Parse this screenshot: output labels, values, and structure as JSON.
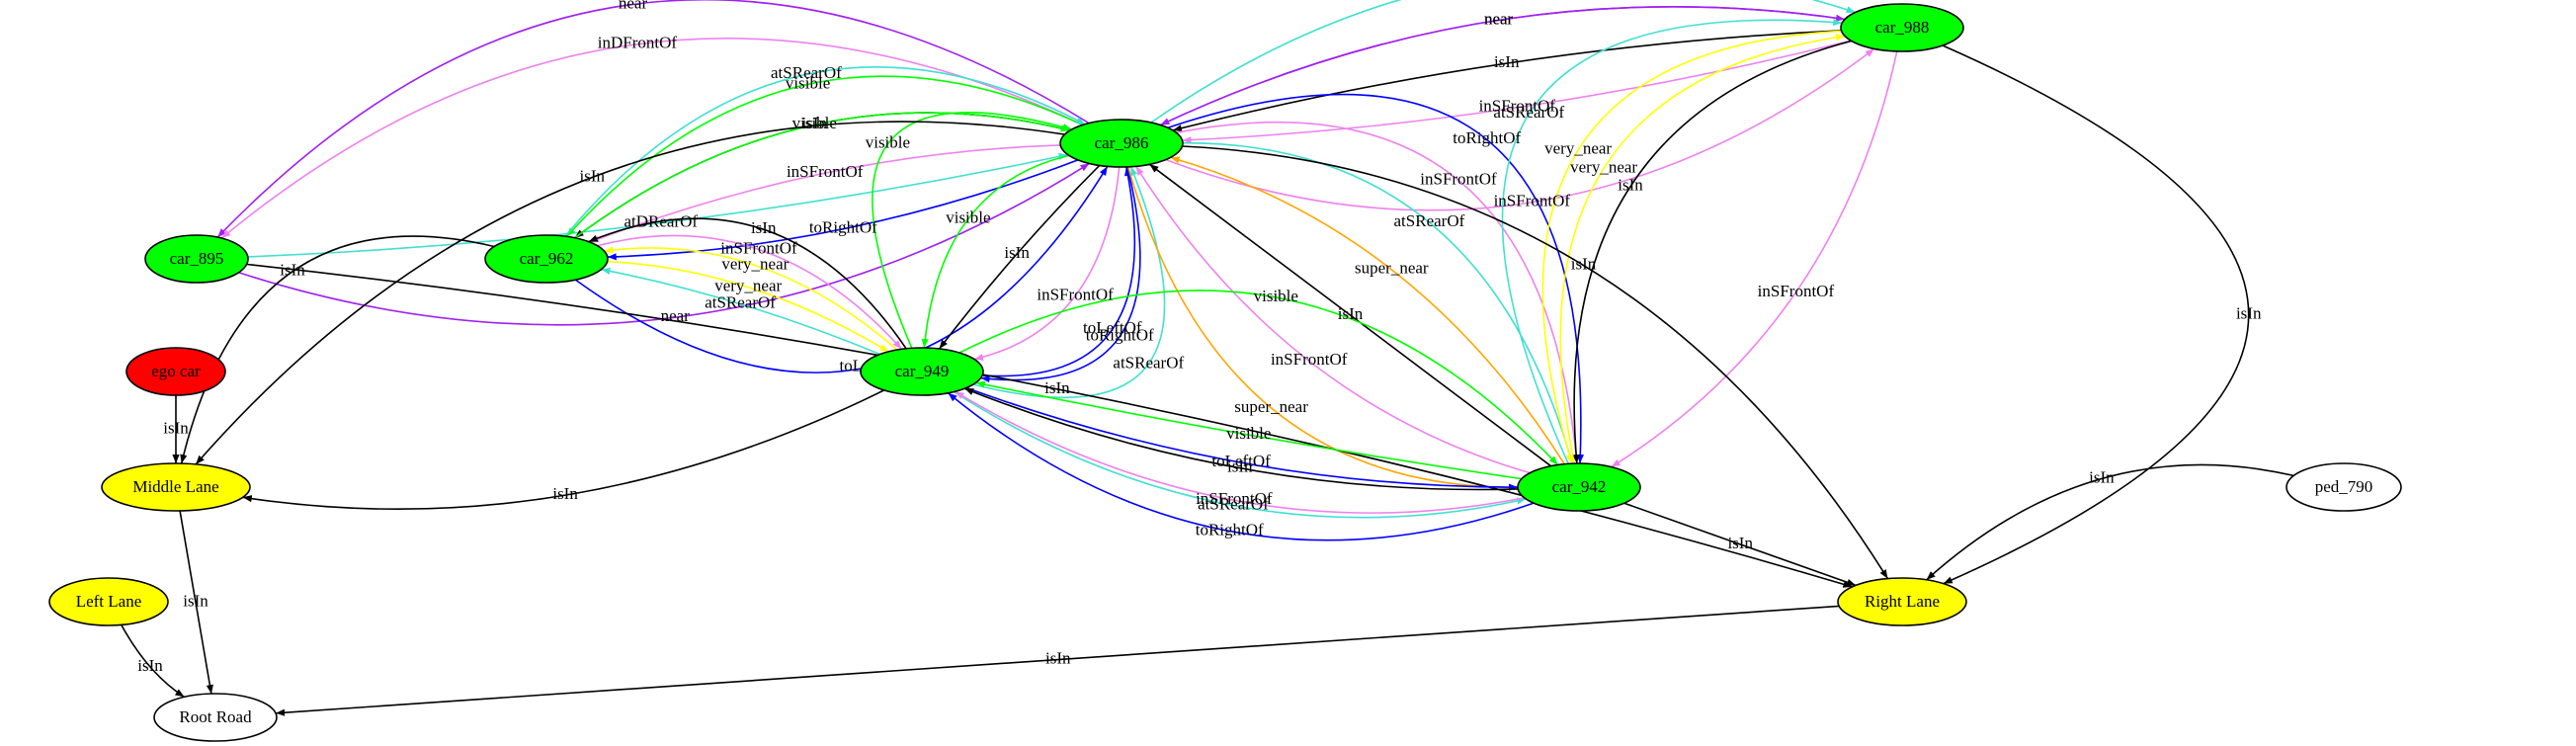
{
  "colors": {
    "black": "#000000",
    "violet": "#ee82ee",
    "purple": "#a020f0",
    "turquoise": "#40e0d0",
    "blue": "#0000ff",
    "green": "#00ff00",
    "yellow": "#ffff00",
    "orange": "#ffa500",
    "teal": "#008080",
    "node_green": "#00ff00",
    "node_red": "#ff0000",
    "node_yellow": "#ffff00",
    "node_white": "#ffffff"
  },
  "nodes": [
    {
      "id": "car_988",
      "label": "car_988",
      "fill": "node_green"
    },
    {
      "id": "car_986",
      "label": "car_986",
      "fill": "node_green"
    },
    {
      "id": "car_895",
      "label": "car_895",
      "fill": "node_green"
    },
    {
      "id": "car_962",
      "label": "car_962",
      "fill": "node_green"
    },
    {
      "id": "ego_car",
      "label": "ego car",
      "fill": "node_red"
    },
    {
      "id": "car_949",
      "label": "car_949",
      "fill": "node_green"
    },
    {
      "id": "car_942",
      "label": "car_942",
      "fill": "node_green"
    },
    {
      "id": "ped_790",
      "label": "ped_790",
      "fill": "node_white"
    },
    {
      "id": "middle_lane",
      "label": "Middle Lane",
      "fill": "node_yellow"
    },
    {
      "id": "left_lane",
      "label": "Left Lane",
      "fill": "node_yellow"
    },
    {
      "id": "right_lane",
      "label": "Right Lane",
      "fill": "node_yellow"
    },
    {
      "id": "root_road",
      "label": "Root Road",
      "fill": "node_white"
    }
  ],
  "edges": [
    {
      "from": "car_986",
      "to": "car_988",
      "label": "inSFrontOf",
      "color": "violet"
    },
    {
      "from": "car_988",
      "to": "car_986",
      "label": "near",
      "color": "purple"
    },
    {
      "from": "car_988",
      "to": "car_986",
      "label": "isIn",
      "color": "black"
    },
    {
      "from": "car_988",
      "to": "car_986",
      "label": "inSFrontOf",
      "color": "violet"
    },
    {
      "from": "car_986",
      "to": "car_988",
      "label": "near",
      "color": "purple"
    },
    {
      "from": "car_986",
      "to": "car_988",
      "label": "atSRearOf",
      "color": "turquoise"
    },
    {
      "from": "car_986",
      "to": "car_895",
      "label": "near",
      "color": "purple"
    },
    {
      "from": "car_986",
      "to": "car_895",
      "label": "inDFrontOf",
      "color": "violet"
    },
    {
      "from": "car_895",
      "to": "car_986",
      "label": "near",
      "color": "purple"
    },
    {
      "from": "car_895",
      "to": "car_986",
      "label": "atDRearOf",
      "color": "turquoise"
    },
    {
      "from": "car_962",
      "to": "car_986",
      "label": "toLeftOf",
      "color": "blue"
    },
    {
      "from": "car_986",
      "to": "car_962",
      "label": "visible",
      "color": "green"
    },
    {
      "from": "car_986",
      "to": "car_962",
      "label": "isIn",
      "color": "black"
    },
    {
      "from": "car_986",
      "to": "car_962",
      "label": "inSFrontOf",
      "color": "violet"
    },
    {
      "from": "car_986",
      "to": "car_962",
      "label": "toRightOf",
      "color": "blue"
    },
    {
      "from": "car_962",
      "to": "car_986",
      "label": "visible",
      "color": "green"
    },
    {
      "from": "car_962",
      "to": "car_986",
      "label": "atSRearOf",
      "color": "turquoise"
    },
    {
      "from": "car_949",
      "to": "car_986",
      "label": "atSRearOf",
      "color": "turquoise"
    },
    {
      "from": "car_949",
      "to": "car_986",
      "label": "toLeftOf",
      "color": "blue"
    },
    {
      "from": "car_986",
      "to": "car_949",
      "label": "visible",
      "color": "green"
    },
    {
      "from": "car_986",
      "to": "car_949",
      "label": "isIn",
      "color": "black"
    },
    {
      "from": "car_986",
      "to": "car_949",
      "label": "inSFrontOf",
      "color": "violet"
    },
    {
      "from": "car_986",
      "to": "car_949",
      "label": "toRightOf",
      "color": "blue"
    },
    {
      "from": "car_949",
      "to": "car_986",
      "label": "visible",
      "color": "green"
    },
    {
      "from": "car_962",
      "to": "car_949",
      "label": "inSFrontOf",
      "color": "violet"
    },
    {
      "from": "car_962",
      "to": "car_949",
      "label": "very_near",
      "color": "yellow"
    },
    {
      "from": "car_949",
      "to": "car_962",
      "label": "atSRearOf",
      "color": "turquoise"
    },
    {
      "from": "car_949",
      "to": "car_962",
      "label": "very_near",
      "color": "yellow"
    },
    {
      "from": "car_949",
      "to": "car_962",
      "label": "isIn",
      "color": "black"
    },
    {
      "from": "car_986",
      "to": "car_942",
      "label": "super_near",
      "color": "orange"
    },
    {
      "from": "car_942",
      "to": "car_986",
      "label": "super_near",
      "color": "orange"
    },
    {
      "from": "car_942",
      "to": "car_986",
      "label": "isIn",
      "color": "black"
    },
    {
      "from": "car_942",
      "to": "car_986",
      "label": "inSFrontOf",
      "color": "violet"
    },
    {
      "from": "car_986",
      "to": "car_942",
      "label": "atSRearOf",
      "color": "turquoise"
    },
    {
      "from": "car_986",
      "to": "car_942",
      "label": "inSFrontOf",
      "color": "violet"
    },
    {
      "from": "car_986",
      "to": "car_942",
      "label": "toRightOf",
      "color": "blue"
    },
    {
      "from": "car_988",
      "to": "car_942",
      "label": "very_near",
      "color": "yellow"
    },
    {
      "from": "car_988",
      "to": "car_942",
      "label": "isIn",
      "color": "black"
    },
    {
      "from": "car_988",
      "to": "car_942",
      "label": "inSFrontOf",
      "color": "violet"
    },
    {
      "from": "car_942",
      "to": "car_988",
      "label": "very_near",
      "color": "yellow"
    },
    {
      "from": "car_942",
      "to": "car_988",
      "label": "atSRearOf",
      "color": "turquoise"
    },
    {
      "from": "car_986",
      "to": "right_lane",
      "label": "isIn",
      "color": "black"
    },
    {
      "from": "car_988",
      "to": "right_lane",
      "label": "isIn",
      "color": "black"
    },
    {
      "from": "car_986",
      "to": "middle_lane",
      "label": "isIn",
      "color": "black"
    },
    {
      "from": "car_962",
      "to": "middle_lane",
      "label": "isIn",
      "color": "black"
    },
    {
      "from": "ego_car",
      "to": "middle_lane",
      "label": "isIn",
      "color": "black"
    },
    {
      "from": "car_949",
      "to": "middle_lane",
      "label": "isIn",
      "color": "black"
    },
    {
      "from": "car_895",
      "to": "right_lane",
      "label": "isIn",
      "color": "black"
    },
    {
      "from": "car_949",
      "to": "car_942",
      "label": "atSRearOf",
      "color": "turquoise"
    },
    {
      "from": "car_949",
      "to": "car_942",
      "label": "toLeftOf",
      "color": "blue"
    },
    {
      "from": "car_942",
      "to": "car_949",
      "label": "visible",
      "color": "green"
    },
    {
      "from": "car_942",
      "to": "car_949",
      "label": "isIn",
      "color": "black"
    },
    {
      "from": "car_942",
      "to": "car_949",
      "label": "inSFrontOf",
      "color": "violet"
    },
    {
      "from": "car_942",
      "to": "car_949",
      "label": "toRightOf",
      "color": "blue"
    },
    {
      "from": "car_949",
      "to": "car_942",
      "label": "visible",
      "color": "green"
    },
    {
      "from": "car_942",
      "to": "right_lane",
      "label": "isIn",
      "color": "black"
    },
    {
      "from": "ped_790",
      "to": "right_lane",
      "label": "isIn",
      "color": "black"
    },
    {
      "from": "middle_lane",
      "to": "root_road",
      "label": "isIn",
      "color": "black"
    },
    {
      "from": "left_lane",
      "to": "root_road",
      "label": "isIn",
      "color": "black"
    },
    {
      "from": "right_lane",
      "to": "root_road",
      "label": "isIn",
      "color": "black"
    }
  ]
}
